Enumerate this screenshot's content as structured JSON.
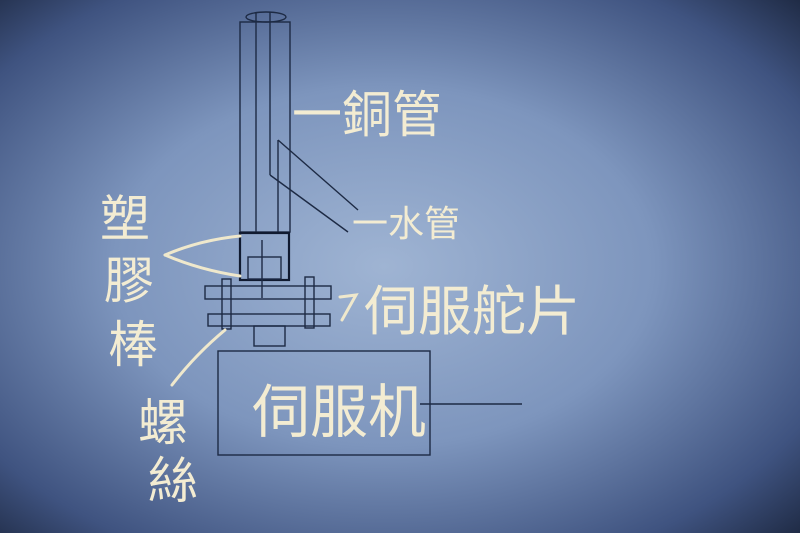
{
  "diagram": {
    "labels": {
      "copper_pipe": "一銅管",
      "water_pipe": "一水管",
      "plastic_rod": [
        "塑",
        "膠",
        "棒"
      ],
      "servo_horn": "伺服舵片",
      "servo": "伺服机",
      "screw": [
        "螺",
        "絲"
      ]
    },
    "colors": {
      "label": "#f3ecd2",
      "screen_center": "#8ea6c9",
      "screen_edge": "#1b2740",
      "lines": "#1d2a44"
    }
  }
}
